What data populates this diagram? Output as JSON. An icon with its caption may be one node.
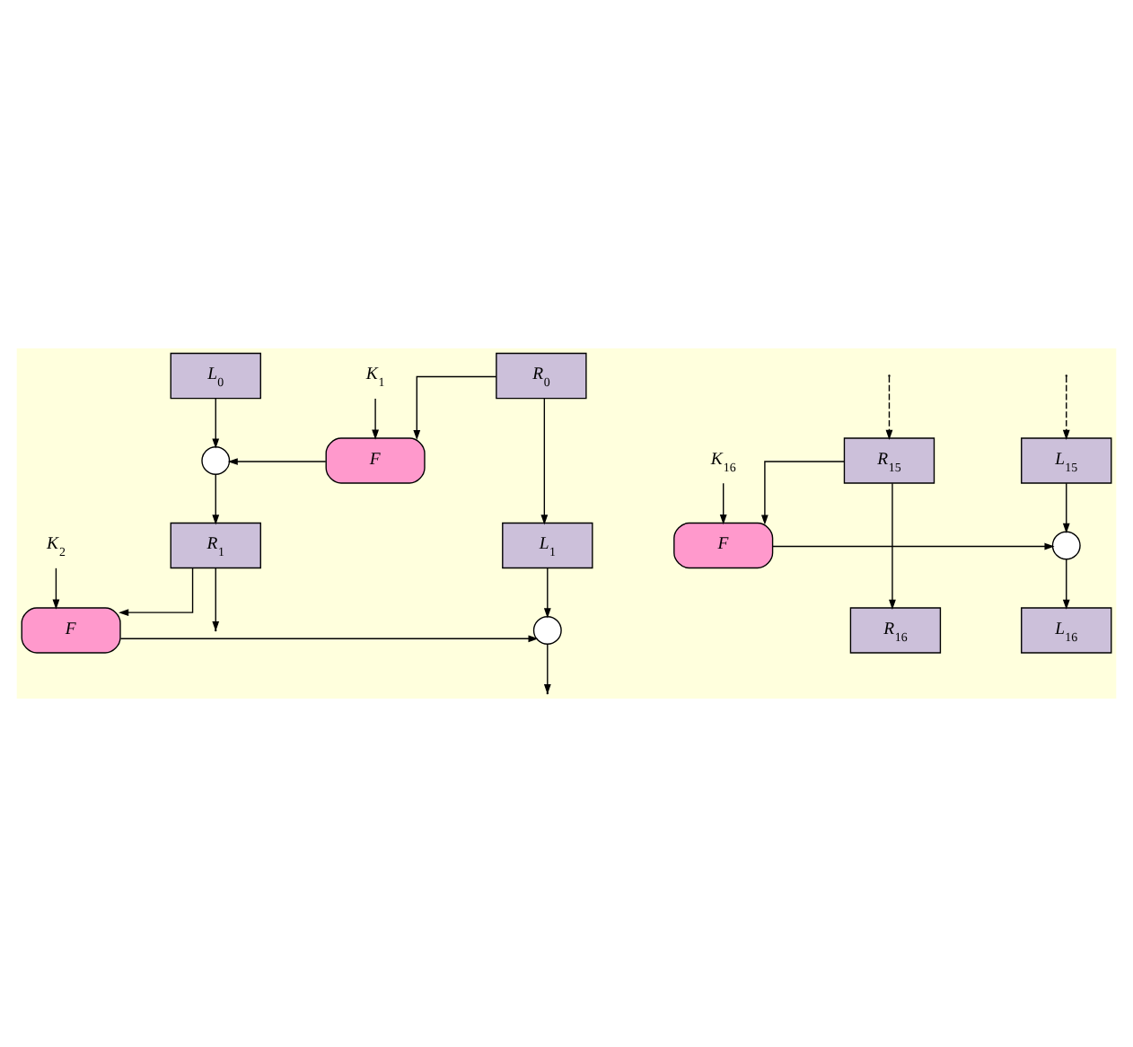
{
  "diagram": {
    "nodes": [
      {
        "text": [
          "L$_{0}$"
        ]
      },
      {
        "text": [
          "R$_{0}$"
        ]
      },
      {
        "text": [],
        "shape": "circle"
      },
      {
        "text": [
          "F"
        ]
      },
      {
        "text": [
          "K$_{1}$"
        ]
      },
      {
        "text": [
          "L$_{1}$"
        ]
      },
      {
        "text": [
          "R$_{1}$"
        ]
      },
      {
        "text": [],
        "shape": "circle"
      },
      {
        "text": [
          "F"
        ]
      },
      {
        "text": [
          "K$_{2}$"
        ]
      },
      {
        "text": [
          "L$_{15}$"
        ]
      },
      {
        "text": [
          "R$_{15}$"
        ]
      },
      {
        "text": [],
        "shape": "circle"
      },
      {
        "text": [
          "F"
        ]
      },
      {
        "text": [
          "K$_{16}$"
        ]
      },
      {
        "text": [
          "L$_{16}$"
        ]
      },
      {
        "text": [
          "R$_{16}$"
        ]
      }
    ],
    "edges": [
      {
        "from": 0,
        "to": 2,
        "arrow": "to"
      },
      {
        "from": 1,
        "to": 3,
        "arrow": "to"
      },
      {
        "from": 4,
        "to": 3,
        "arrow": "to"
      },
      {
        "from": 3,
        "to": 2,
        "arrow": "to"
      },
      {
        "from": 2,
        "to": 6,
        "arrow": "to"
      },
      {
        "from": 1,
        "to": 5,
        "arrow": "to"
      },
      {
        "from": 5,
        "to": 7,
        "arrow": "to"
      },
      {
        "from": 6,
        "to": 8,
        "arrow": "to"
      },
      {
        "from": 9,
        "to": 8,
        "arrow": "to"
      },
      {
        "from": 8,
        "to": 7,
        "arrow": "to"
      },
      {
        "from": 7,
        "to": null,
        "arrow": "to"
      },
      {
        "from": 6,
        "to": null,
        "arrow": "to"
      },
      {
        "from": null,
        "to": 10,
        "arrow": "to",
        "style": "dashed"
      },
      {
        "from": null,
        "to": 11,
        "arrow": "to",
        "style": "dashed"
      },
      {
        "from": 10,
        "to": 12,
        "arrow": "to"
      },
      {
        "from": 11,
        "to": 13,
        "arrow": "to"
      },
      {
        "from": 14,
        "to": 13,
        "arrow": "to"
      },
      {
        "from": 13,
        "to": 12,
        "arrow": "to"
      },
      {
        "from": 12,
        "to": 15,
        "arrow": "to"
      },
      {
        "from": 11,
        "to": 16,
        "arrow": "to"
      }
    ]
  }
}
